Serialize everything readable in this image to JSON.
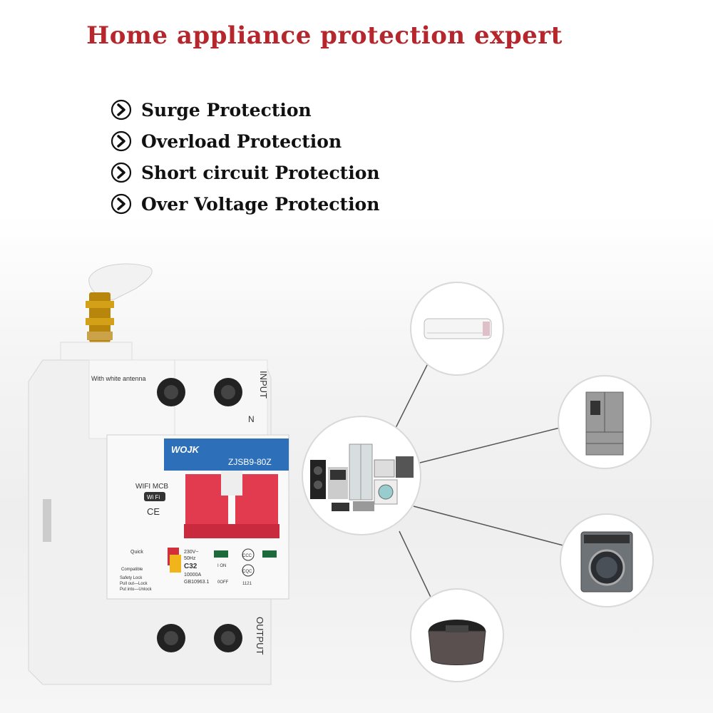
{
  "headline": "Home appliance protection expert",
  "features": [
    {
      "label": "Surge Protection",
      "icon": "chevron-right-icon"
    },
    {
      "label": "Overload Protection",
      "icon": "chevron-right-icon"
    },
    {
      "label": "Short circuit Protection",
      "icon": "chevron-right-icon"
    },
    {
      "label": "Over Voltage Protection",
      "icon": "chevron-right-icon"
    }
  ],
  "breaker": {
    "antenna_note": "With white antenna",
    "input_label": "INPUT",
    "n_label": "N",
    "brand": "WOJK",
    "model": "ZJSB9-80Z",
    "wifi_mcb": "WIFI MCB",
    "wifi_badge": "Wi Fi",
    "ce_mark": "CE",
    "quick": "Quick",
    "compatible": "Compatible",
    "safety_lines": [
      "Safety Lock",
      "Pull out—Lock",
      "Put into—Unlock"
    ],
    "specs": [
      "230V~",
      "50Hz",
      "C32",
      "10000A",
      "GB10963.1"
    ],
    "on_label": "I ON",
    "off_label": "0OFF",
    "ccc": "CCC",
    "cqc": "CQC",
    "cqc_num": "1121",
    "output_label": "OUTPUT"
  },
  "colors": {
    "headline": "#b5272d",
    "toggle": "#e23a4f",
    "panel_green": "#1d6b3a",
    "brand_blue": "#2d6fb8"
  }
}
